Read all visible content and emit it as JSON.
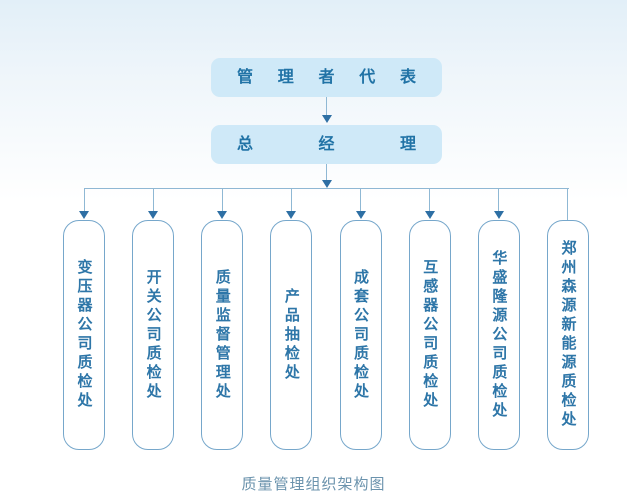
{
  "page": {
    "caption": "质量管理组织架构图"
  },
  "org_chart": {
    "type": "org-tree",
    "root": {
      "label": "管理者代表"
    },
    "manager": {
      "label": "总经理"
    },
    "departments": [
      {
        "label": "变压器公司质检处"
      },
      {
        "label": "开关公司质检处"
      },
      {
        "label": "质量监督管理处"
      },
      {
        "label": "产品抽检处"
      },
      {
        "label": "成套公司质检处"
      },
      {
        "label": "互感器公司质检处"
      },
      {
        "label": "华盛隆源公司质检处"
      },
      {
        "label": "郑州森源新能源质检处"
      }
    ]
  },
  "colors": {
    "background_top": "#e2eff8",
    "node_fill": "#cfe9f8",
    "node_text": "#2173a6",
    "pill_border": "#76a7cb",
    "pill_text": "#2e76a8",
    "connector_line": "#8fb8d4",
    "arrowhead": "#2e6fa4",
    "caption_text": "#6b93ad"
  }
}
